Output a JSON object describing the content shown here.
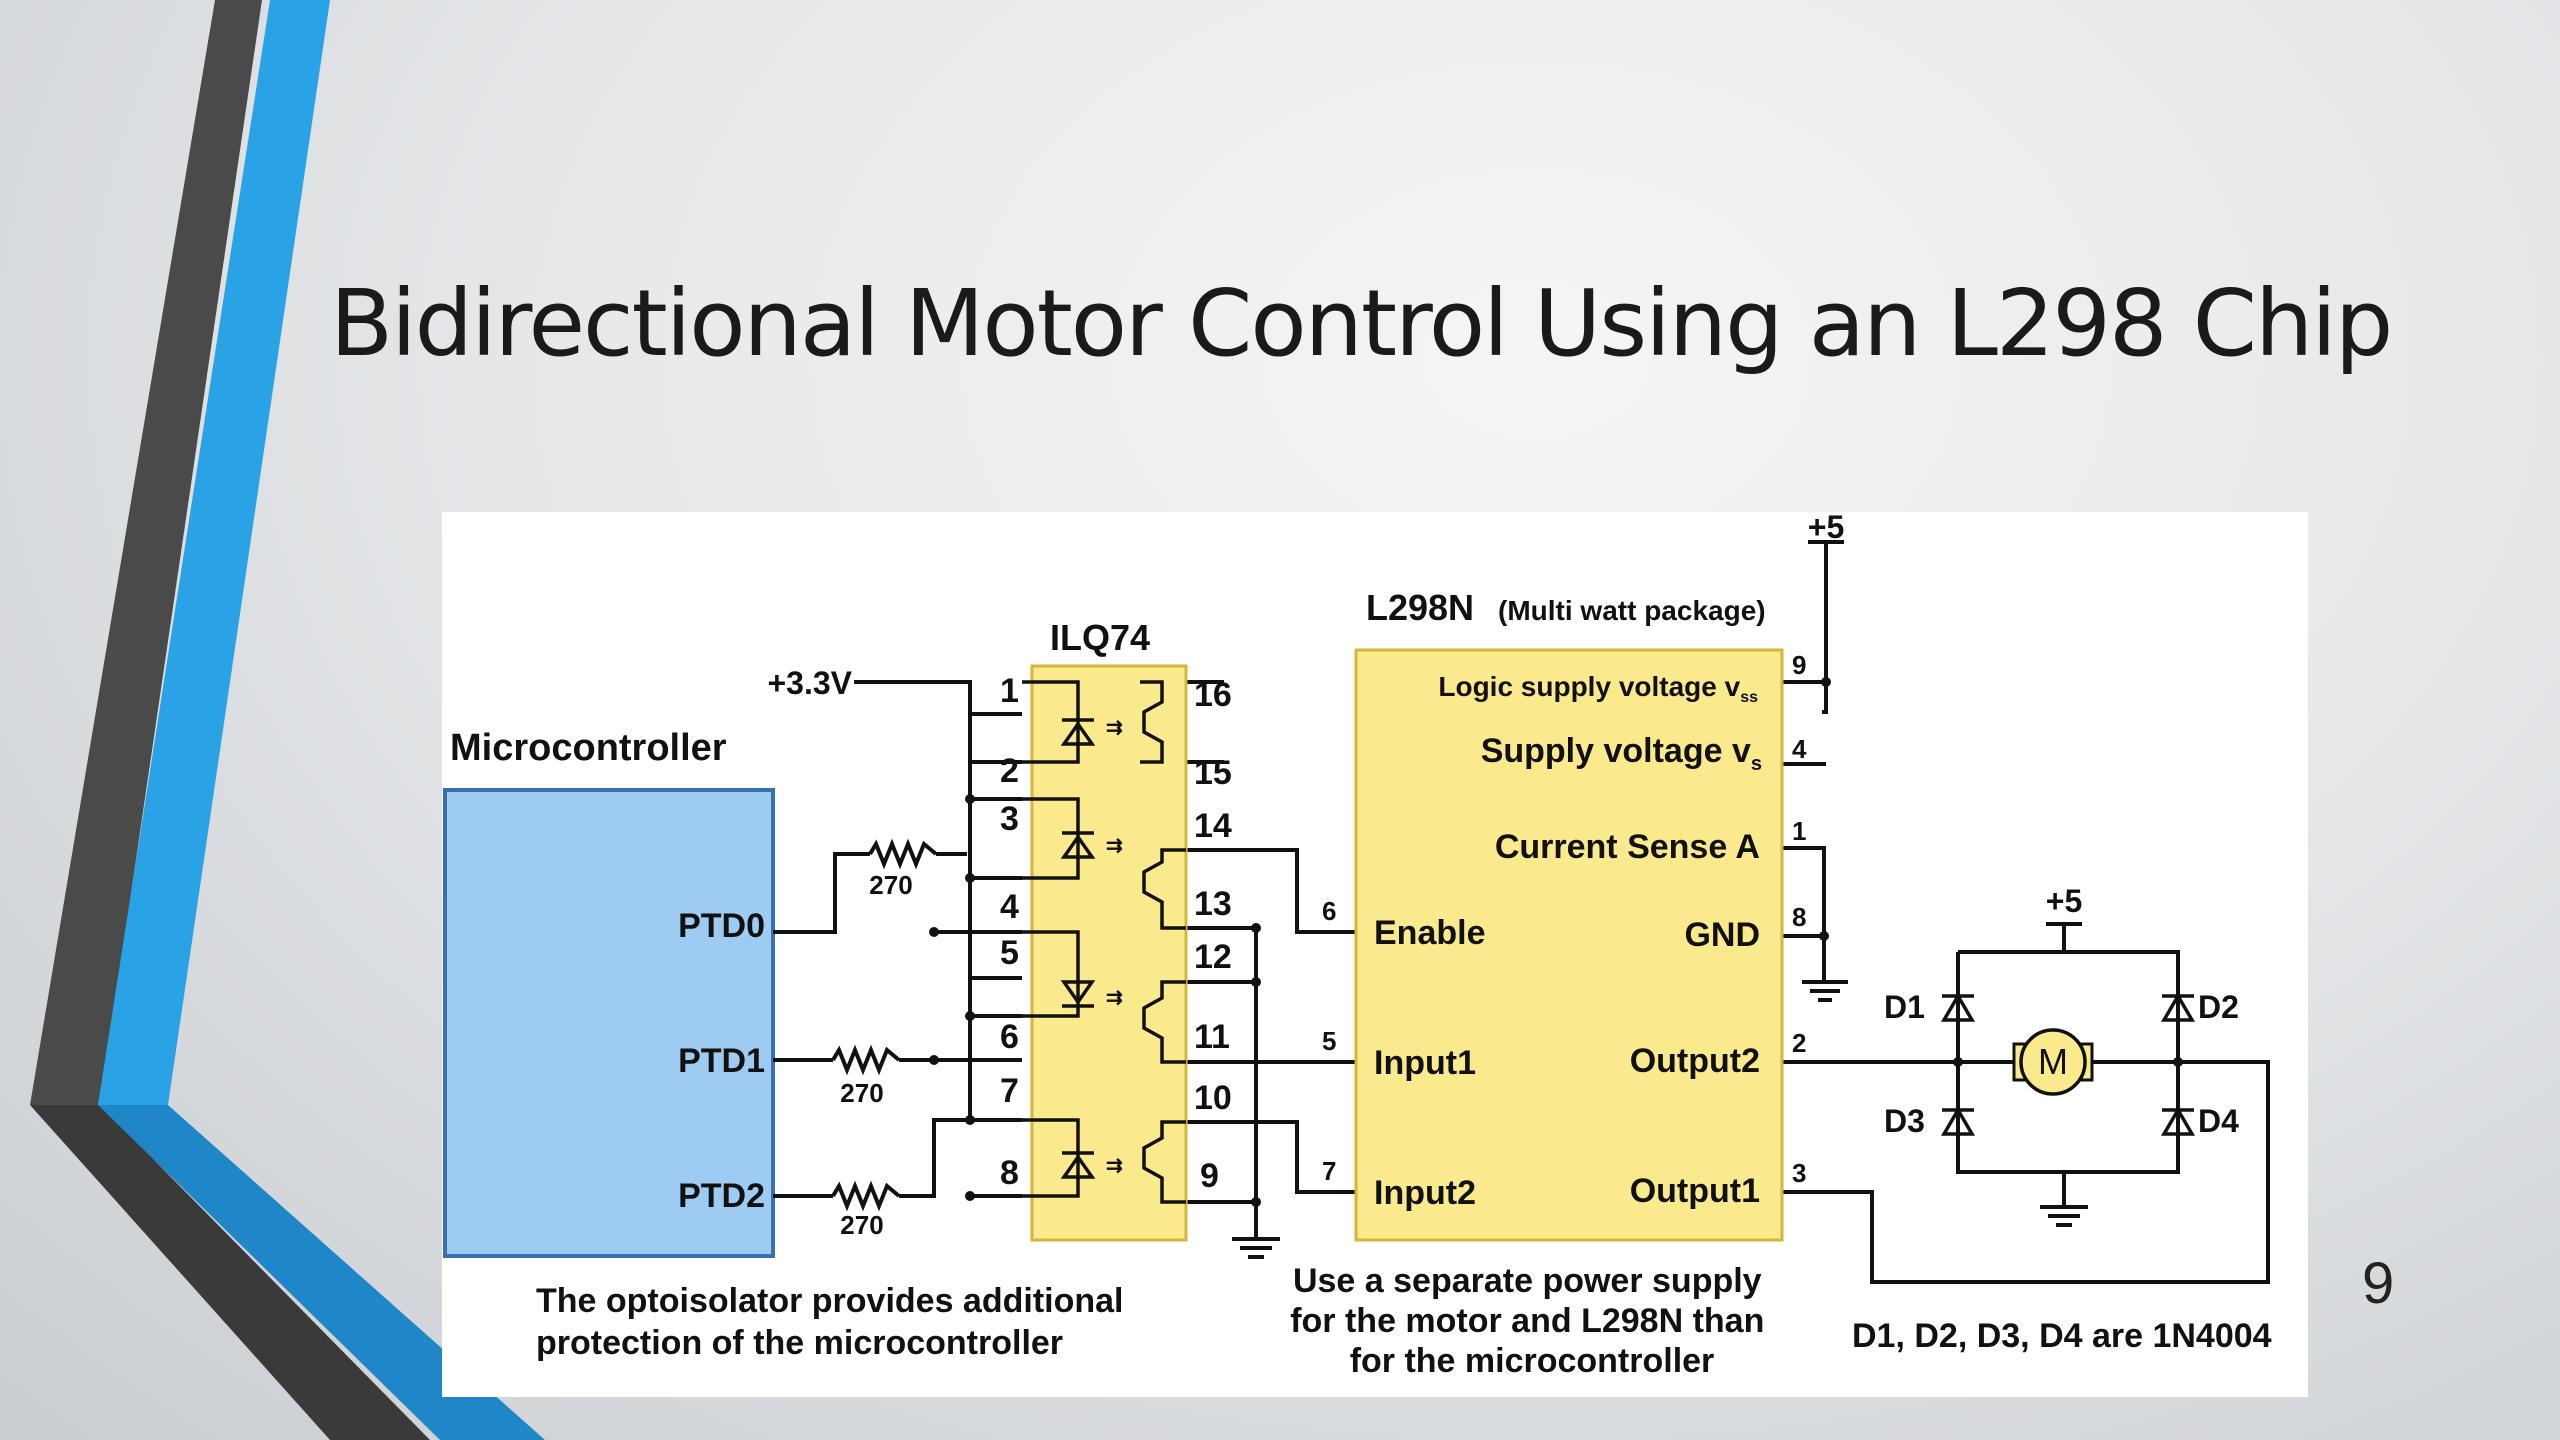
{
  "slide": {
    "title": "Bidirectional Motor Control Using an L298 Chip",
    "page_number": "9"
  },
  "colors": {
    "accent_blue": "#2aa3e6",
    "accent_dark": "#4a4a4a",
    "mcu_fill": "#9ecbf2",
    "mcu_border": "#3a6fb0",
    "chip_fill": "#fbe98e",
    "chip_border": "#d8b53a"
  },
  "diagram": {
    "mcu_title": "Microcontroller",
    "pins": {
      "ptd0": "PTD0",
      "ptd1": "PTD1",
      "ptd2": "PTD2"
    },
    "resistor_value": "270",
    "supply_33": "+3.3V",
    "opto_name": "ILQ74",
    "opto_left_pins": [
      "1",
      "2",
      "3",
      "4",
      "5",
      "6",
      "7",
      "8"
    ],
    "opto_right_pins": [
      "16",
      "15",
      "14",
      "13",
      "12",
      "11",
      "10",
      "9"
    ],
    "l298_name": "L298N",
    "l298_package": "(Multi watt package)",
    "logic_supply": "Logic supply voltage v",
    "logic_supply_sub": "ss",
    "supply": "Supply voltage v",
    "supply_sub": "s",
    "current_sense": "Current Sense A",
    "enable": "Enable",
    "gnd": "GND",
    "input1": "Input1",
    "input2": "Input2",
    "output1": "Output1",
    "output2": "Output2",
    "l298_pins": {
      "p9": "9",
      "p4": "4",
      "p1": "1",
      "p8": "8",
      "p2": "2",
      "p3": "3",
      "p6": "6",
      "p5": "5",
      "p7": "7"
    },
    "plus5": "+5",
    "motor": "M",
    "diodes": {
      "d1": "D1",
      "d2": "D2",
      "d3": "D3",
      "d4": "D4"
    },
    "note_opto": [
      "The optoisolator provides additional",
      "protection of the microcontroller"
    ],
    "note_supply": [
      "Use a separate power supply",
      "for the motor and L298N than",
      "for the microcontroller"
    ],
    "note_diodes": "D1, D2, D3, D4 are 1N4004"
  }
}
